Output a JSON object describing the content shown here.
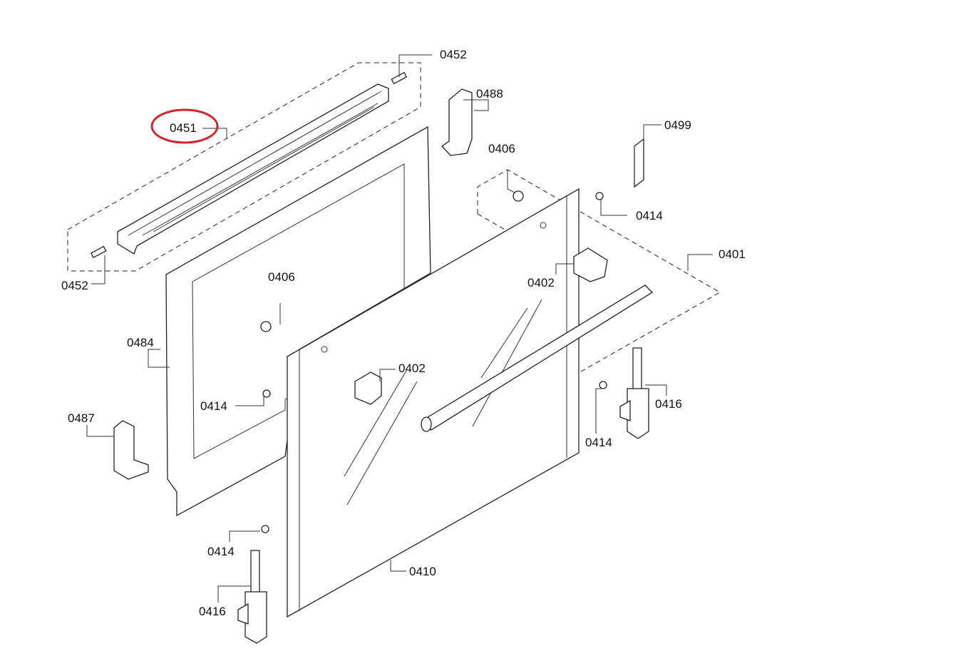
{
  "diagram": {
    "highlight_color": "#d0262b",
    "highlighted_part": "0451",
    "labels": [
      {
        "id": "0452-top",
        "text": "0452"
      },
      {
        "id": "0488",
        "text": "0488"
      },
      {
        "id": "0451",
        "text": "0451"
      },
      {
        "id": "0499",
        "text": "0499"
      },
      {
        "id": "0406-top",
        "text": "0406"
      },
      {
        "id": "0414-top-right",
        "text": "0414"
      },
      {
        "id": "0401",
        "text": "0401"
      },
      {
        "id": "0452-left",
        "text": "0452"
      },
      {
        "id": "0406-mid",
        "text": "0406"
      },
      {
        "id": "0402-right",
        "text": "0402"
      },
      {
        "id": "0484",
        "text": "0484"
      },
      {
        "id": "0402-mid",
        "text": "0402"
      },
      {
        "id": "0416-right",
        "text": "0416"
      },
      {
        "id": "0414-mid",
        "text": "0414"
      },
      {
        "id": "0487",
        "text": "0487"
      },
      {
        "id": "0414-right",
        "text": "0414"
      },
      {
        "id": "0414-bottom",
        "text": "0414"
      },
      {
        "id": "0410",
        "text": "0410"
      },
      {
        "id": "0416-left",
        "text": "0416"
      }
    ]
  }
}
